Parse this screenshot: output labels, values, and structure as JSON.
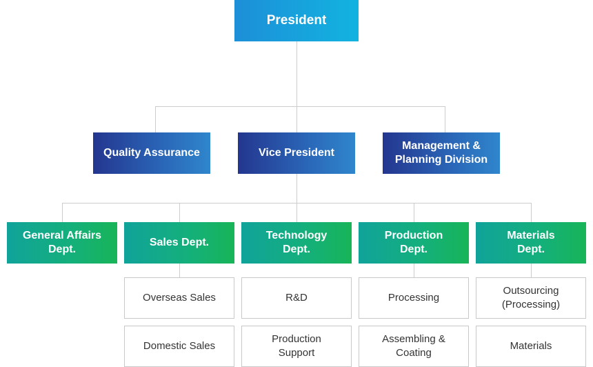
{
  "president": {
    "label": "President"
  },
  "level2": [
    {
      "label": "Quality Assurance"
    },
    {
      "label": "Vice President"
    },
    {
      "label": "Management &\nPlanning Division"
    }
  ],
  "departments": [
    {
      "label": "General Affairs\nDept."
    },
    {
      "label": "Sales Dept."
    },
    {
      "label": "Technology\nDept."
    },
    {
      "label": "Production\nDept."
    },
    {
      "label": "Materials\nDept."
    }
  ],
  "subunits": {
    "sales": [
      "Overseas Sales",
      "Domestic Sales"
    ],
    "technology": [
      "R&D",
      "Production\nSupport"
    ],
    "production": [
      "Processing",
      "Assembling &\nCoating"
    ],
    "materials": [
      "Outsourcing\n(Processing)",
      "Materials"
    ]
  },
  "colors": {
    "president": "#12a6df",
    "level2": "#2a4ea6",
    "department": "#14b07a",
    "connector": "#cccccc"
  }
}
